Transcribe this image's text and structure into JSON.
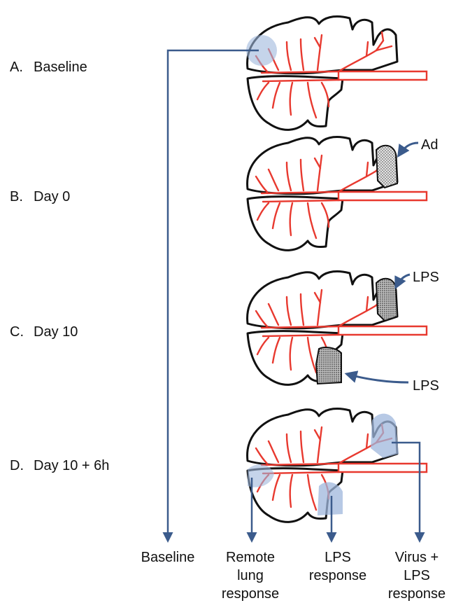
{
  "stages": [
    {
      "letter": "A.",
      "text": "Baseline"
    },
    {
      "letter": "B.",
      "text": "Day 0"
    },
    {
      "letter": "C.",
      "text": "Day 10"
    },
    {
      "letter": "D.",
      "text": "Day 10 + 6h"
    }
  ],
  "agents": {
    "ad": "Ad",
    "lps_top": "LPS",
    "lps_bottom": "LPS"
  },
  "outcomes": [
    {
      "line1": "Baseline",
      "line2": "",
      "line3": ""
    },
    {
      "line1": "Remote",
      "line2": "lung",
      "line3": "response"
    },
    {
      "line1": "LPS",
      "line2": "response",
      "line3": ""
    },
    {
      "line1": "Virus +",
      "line2": "LPS",
      "line3": "response"
    }
  ],
  "colors": {
    "outline": "#111111",
    "vessel": "#e8392f",
    "arrow": "#3b5b8c",
    "highlight": "#9fb7dc",
    "stipple": "#cfcfcf"
  }
}
